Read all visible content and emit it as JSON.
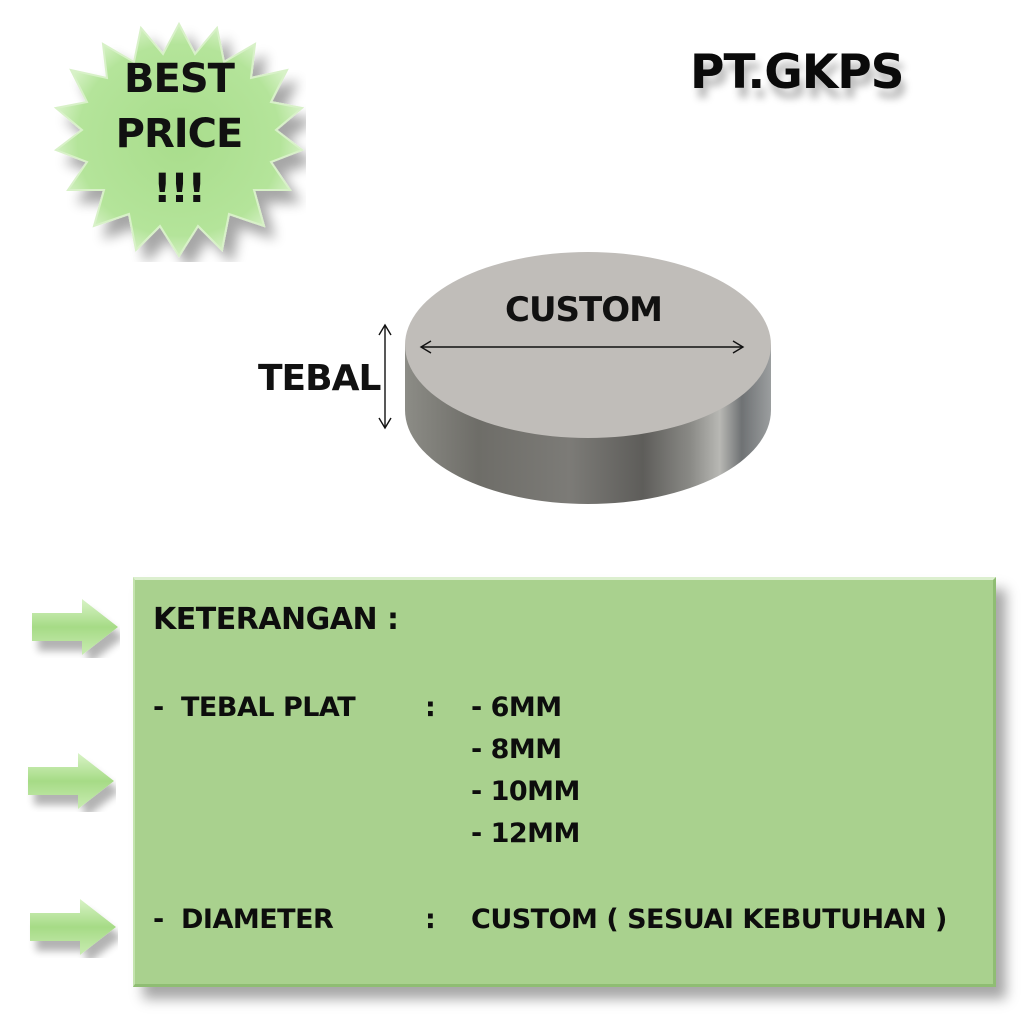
{
  "badge": {
    "lines": [
      "BEST",
      "PRICE",
      "!!!"
    ],
    "color": "#b5e39a"
  },
  "brand": "PT.GKPS",
  "diagram": {
    "diameter_label": "CUSTOM",
    "thickness_label": "TEBAL"
  },
  "info_panel": {
    "title": "KETERANGAN :",
    "rows": [
      {
        "bullet": "-",
        "label": "TEBAL PLAT",
        "separator": ":",
        "values": [
          "- 6MM",
          "- 8MM",
          "- 10MM",
          "- 12MM"
        ]
      },
      {
        "bullet": "-",
        "label": "DIAMETER",
        "separator": ":",
        "values": [
          "CUSTOM ( SESUAI KEBUTUHAN )"
        ]
      }
    ],
    "bg_color": "#a9d18e"
  },
  "arrows": [
    "arrow-right-icon",
    "arrow-right-icon",
    "arrow-right-icon"
  ]
}
